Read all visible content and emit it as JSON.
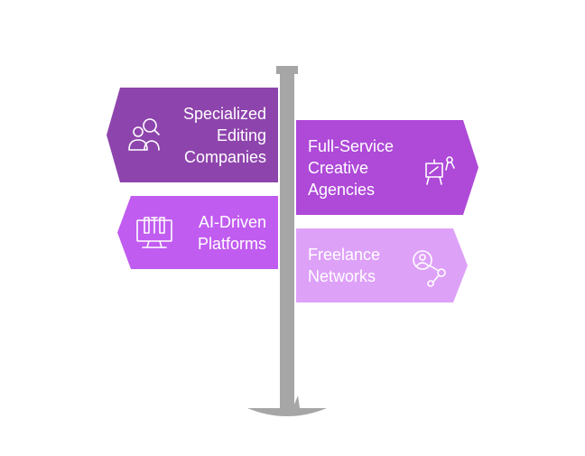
{
  "signs": [
    {
      "lines": [
        "Specialized",
        "Editing",
        "Companies"
      ],
      "icon": "people-search-icon",
      "color": "#8e44ad"
    },
    {
      "lines": [
        "Full-Service",
        "Creative",
        "Agencies"
      ],
      "icon": "easel-icon",
      "color": "#ae49d8"
    },
    {
      "lines": [
        "AI-Driven",
        "Platforms"
      ],
      "icon": "ai-monitor-icon",
      "color": "#c15cf0"
    },
    {
      "lines": [
        "Freelance",
        "Networks"
      ],
      "icon": "network-person-icon",
      "color": "#dea1f8"
    }
  ],
  "colors": {
    "pole": "#a6a6a6",
    "ground": "#a6a6a6"
  }
}
